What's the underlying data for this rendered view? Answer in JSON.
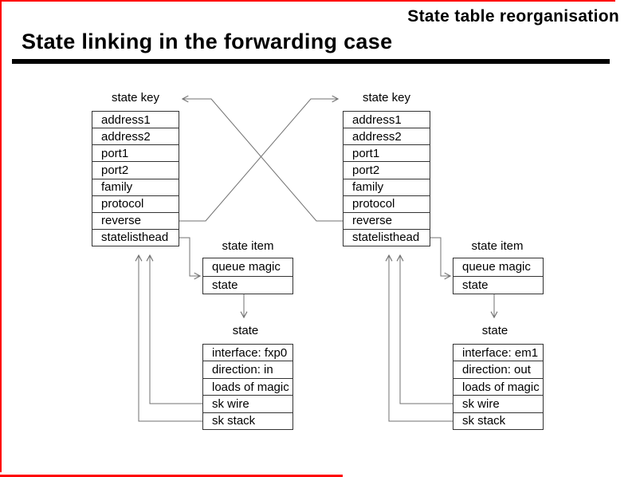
{
  "slide": {
    "corner_title": "State table reorganisation",
    "title": "State linking in the forwarding case"
  },
  "colors": {
    "border_red": "#ff0000",
    "rule_black": "#000000",
    "table_border": "#333333",
    "connector_gray": "#707070"
  },
  "diagram": {
    "state_key_left": {
      "label": "state key",
      "rows": [
        "address1",
        "address2",
        "port1",
        "port2",
        "family",
        "protocol",
        "reverse",
        "statelisthead"
      ]
    },
    "state_key_right": {
      "label": "state key",
      "rows": [
        "address1",
        "address2",
        "port1",
        "port2",
        "family",
        "protocol",
        "reverse",
        "statelisthead"
      ]
    },
    "state_item_left": {
      "label": "state item",
      "rows": [
        "queue magic",
        "state"
      ]
    },
    "state_item_right": {
      "label": "state item",
      "rows": [
        "queue magic",
        "state"
      ]
    },
    "state_left": {
      "label": "state",
      "rows": [
        "interface: fxp0",
        "direction: in",
        "loads of magic",
        "sk wire",
        "sk stack"
      ]
    },
    "state_right": {
      "label": "state",
      "rows": [
        "interface: em1",
        "direction: out",
        "loads of magic",
        "sk wire",
        "sk stack"
      ]
    }
  }
}
